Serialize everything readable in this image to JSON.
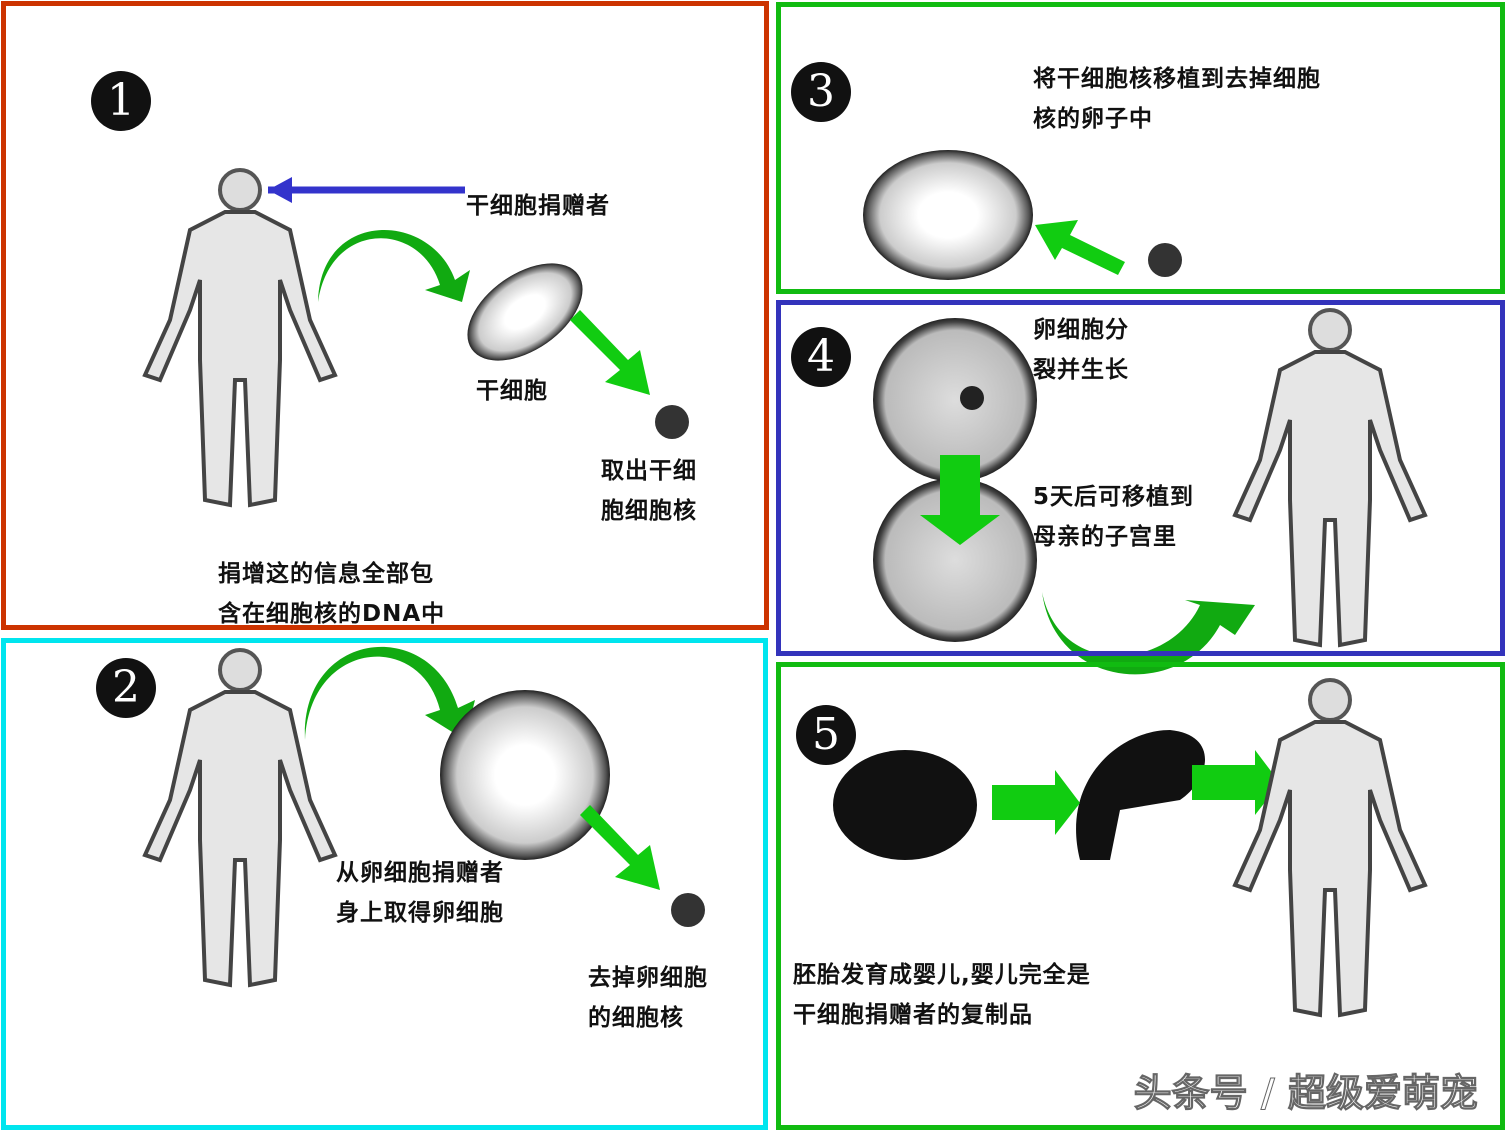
{
  "colors": {
    "panel1": "#cc3300",
    "panel2": "#00e5ee",
    "panel3": "#11bb11",
    "panel4": "#3333bb",
    "panel5": "#11bb11",
    "arrow": "#11cc11",
    "pointer": "#3333cc"
  },
  "panel1": {
    "number": "1",
    "donor": "干细胞捐赠者",
    "cell": "干细胞",
    "extract": [
      "取出干细",
      "胞细胞核"
    ],
    "info": [
      "捐增这的信息全部包",
      "含在细胞核的DNA中"
    ]
  },
  "panel2": {
    "number": "2",
    "egg": [
      "从卵细胞捐赠者",
      "身上取得卵细胞"
    ],
    "remove": [
      "去掉卵细胞",
      "的细胞核"
    ]
  },
  "panel3": {
    "number": "3",
    "transplant": [
      "将干细胞核移植到去掉细胞",
      "核的卵子中"
    ]
  },
  "panel4": {
    "number": "4",
    "divide": [
      "卵细胞分",
      "裂并生长"
    ],
    "implant": [
      "5天后可移植到",
      "母亲的子宫里"
    ]
  },
  "panel5": {
    "number": "5",
    "result": [
      "胚胎发育成婴儿,婴儿完全是",
      "干细胞捐赠者的复制品"
    ]
  },
  "watermark": "头条号 / 超级爱萌宠"
}
